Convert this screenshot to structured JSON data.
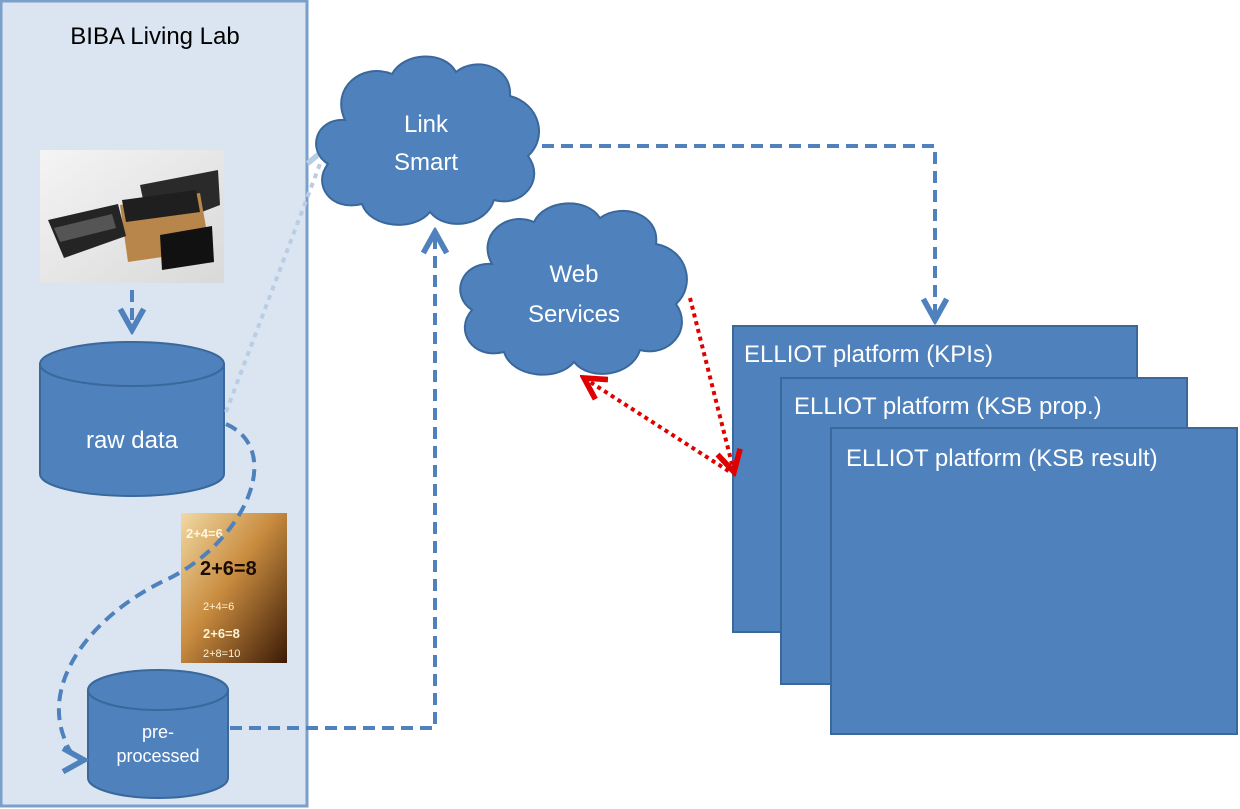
{
  "living_lab": {
    "title": "BIBA Living Lab"
  },
  "nodes": {
    "raw_data": {
      "label": "raw data"
    },
    "preprocessed": {
      "label_line1": "pre-",
      "label_line2": "processed"
    },
    "link_smart": {
      "label_line1": "Link",
      "label_line2": "Smart"
    },
    "web_services": {
      "label_line1": "Web",
      "label_line2": "Services"
    }
  },
  "platforms": [
    {
      "label": "ELLIOT platform (KPIs)"
    },
    {
      "label": "ELLIOT platform (KSB prop.)"
    },
    {
      "label": "ELLIOT platform (KSB result)"
    }
  ],
  "images": {
    "device_photo": "device-photo",
    "math_photo": "math-equations-photo",
    "math_text": [
      "2+4=6",
      "2+6=8",
      "2+4=6",
      "2+6=8",
      "2+8=10"
    ]
  },
  "colors": {
    "primary": "#4f81bd",
    "border": "#3a689b",
    "panel": "#dbe5f1",
    "panel_border": "#7a9fc9",
    "arrow": "#4f81bd",
    "arrow_light": "#b9cde5",
    "arrow_red": "#e00000"
  }
}
